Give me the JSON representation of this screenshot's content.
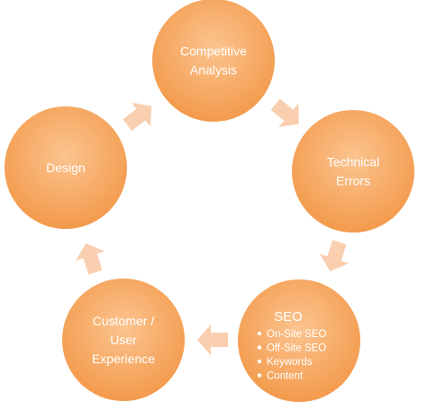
{
  "diagram": {
    "colors": {
      "node_fill_light": "#fbc48f",
      "node_fill_dark": "#f39a4c",
      "arrow_fill": "#f9cfb0",
      "text": "#ffffff",
      "background": "#ffffff"
    },
    "nodes": [
      {
        "id": "competitive-analysis",
        "lines": [
          "Competitive",
          "Analysis"
        ]
      },
      {
        "id": "technical-errors",
        "lines": [
          "Technical",
          "Errors"
        ]
      },
      {
        "id": "seo",
        "title": "SEO",
        "bullets": [
          "On-Site SEO",
          "Off-Site SEO",
          "Keywords",
          "Content"
        ]
      },
      {
        "id": "customer-user-experience",
        "lines": [
          "Customer /",
          "User",
          "Experience"
        ]
      },
      {
        "id": "design",
        "lines": [
          "Design"
        ]
      }
    ],
    "arrows": [
      {
        "from": "competitive-analysis",
        "to": "technical-errors"
      },
      {
        "from": "technical-errors",
        "to": "seo"
      },
      {
        "from": "seo",
        "to": "customer-user-experience"
      },
      {
        "from": "customer-user-experience",
        "to": "design"
      },
      {
        "from": "design",
        "to": "competitive-analysis"
      }
    ]
  }
}
